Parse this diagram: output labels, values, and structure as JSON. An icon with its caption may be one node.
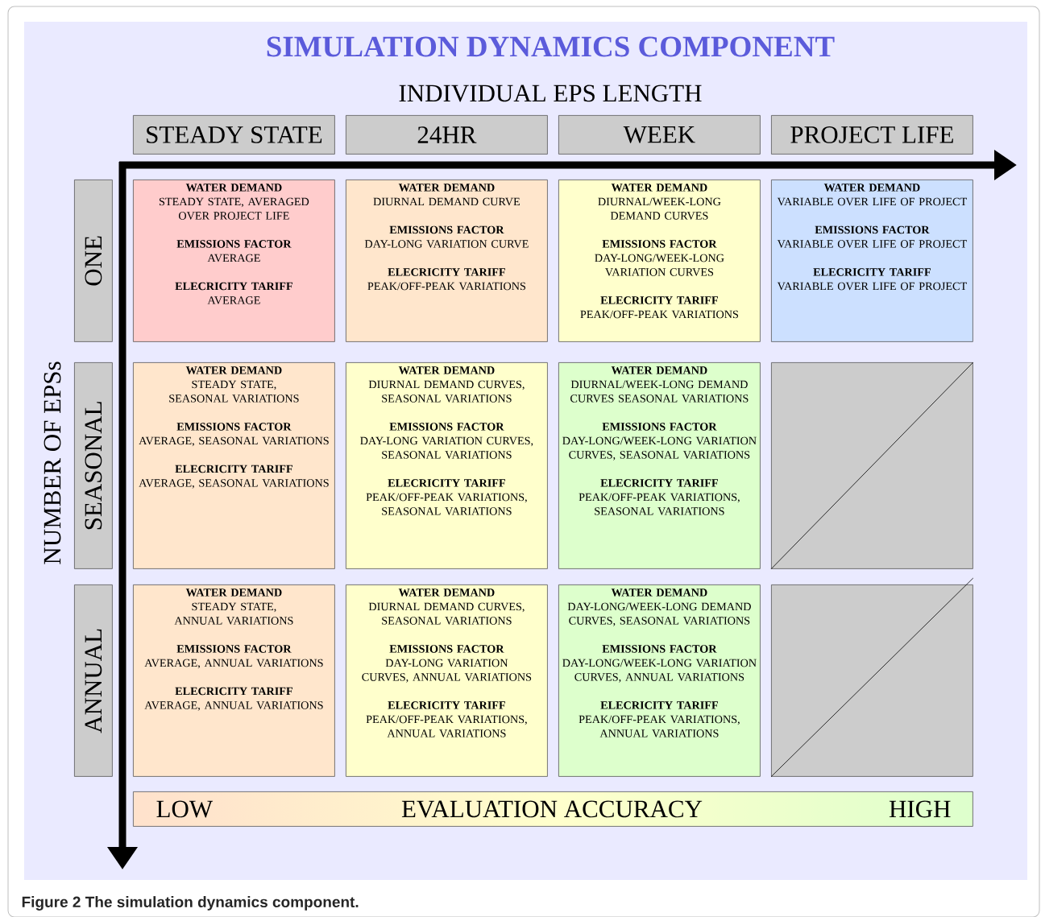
{
  "diagram": {
    "title": "SIMULATION DYNAMICS COMPONENT",
    "caption": "Figure 2 The simulation dynamics component.",
    "nodes": [
      {
        "text": [
          "STEADY STATE"
        ]
      },
      {
        "text": [
          "24HR"
        ]
      },
      {
        "text": [
          "WEEK"
        ]
      },
      {
        "text": [
          "PROJECT LIFE"
        ]
      },
      {
        "text": [
          "ONE"
        ]
      },
      {
        "text": [
          "WATER DEMAND",
          "STEADY STATE, AVERAGED OVER PROJECT LIFE",
          "EMISSIONS FACTOR",
          "AVERAGE",
          "ELECRICITY TARIFF",
          "AVERAGE"
        ]
      },
      {
        "text": [
          "WATER DEMAND",
          "DIURNAL DEMAND CURVE",
          "EMISSIONS FACTOR",
          "DAY-LONG VARIATION CURVE",
          "ELECRICITY TARIFF",
          "PEAK/OFF-PEAK VARIATIONS"
        ]
      },
      {
        "text": [
          "WATER DEMAND",
          "DIURNAL/WEEK-LONG DEMAND CURVES",
          "EMISSIONS FACTOR",
          "DAY-LONG/WEEK-LONG VARIATION CURVES",
          "ELECRICITY TARIFF",
          "PEAK/OFF-PEAK VARIATIONS"
        ]
      },
      {
        "text": [
          "WATER DEMAND",
          "VARIABLE OVER LIFE OF PROJECT",
          "EMISSIONS FACTOR",
          "VARIABLE OVER LIFE OF PROJECT",
          "ELECRICITY TARIFF",
          "VARIABLE OVER LIFE OF PROJECT"
        ]
      },
      {
        "text": [
          "SEASONAL"
        ]
      },
      {
        "text": [
          "WATER DEMAND",
          "STEADY STATE, SEASONAL VARIATIONS",
          "EMISSIONS FACTOR",
          "AVERAGE, SEASONAL VARIATIONS",
          "ELECRICITY TARIFF",
          "AVERAGE, SEASONAL VARIATIONS"
        ]
      },
      {
        "text": [
          "WATER DEMAND",
          "DIURNAL DEMAND CURVES, SEASONAL VARIATIONS",
          "EMISSIONS FACTOR",
          "DAY-LONG VARIATION CURVES, SEASONAL VARIATIONS",
          "ELECRICITY TARIFF",
          "PEAK/OFF-PEAK VARIATIONS, SEASONAL VARIATIONS"
        ]
      },
      {
        "text": [
          "WATER DEMAND",
          "DIURNAL/WEEK-LONG DEMAND CURVES SEASONAL VARIATIONS",
          "EMISSIONS FACTOR",
          "DAY-LONG/WEEK-LONG VARIATION CURVES, SEASONAL VARIATIONS",
          "ELECRICITY TARIFF",
          "PEAK/OFF-PEAK VARIATIONS, SEASONAL VARIATIONS"
        ]
      },
      {
        "text": [],
        "shape": "box"
      },
      {
        "text": [
          "ANNUAL"
        ]
      },
      {
        "text": [
          "WATER DEMAND",
          "STEADY STATE, ANNUAL VARIATIONS",
          "EMISSIONS FACTOR",
          "AVERAGE, ANNUAL VARIATIONS",
          "ELECRICITY TARIFF",
          "AVERAGE, ANNUAL VARIATIONS"
        ]
      },
      {
        "text": [
          "WATER DEMAND",
          "DIURNAL DEMAND CURVES, SEASONAL VARIATIONS",
          "EMISSIONS FACTOR",
          "DAY-LONG VARIATION CURVES, ANNUAL VARIATIONS",
          "ELECRICITY TARIFF",
          "PEAK/OFF-PEAK VARIATIONS, ANNUAL VARIATIONS"
        ]
      },
      {
        "text": [
          "WATER DEMAND",
          "DAY-LONG/WEEK-LONG DEMAND CURVES, SEASONAL VARIATIONS",
          "EMISSIONS FACTOR",
          "DAY-LONG/WEEK-LONG VARIATION CURVES, ANNUAL VARIATIONS",
          "ELECRICITY TARIFF",
          "PEAK/OFF-PEAK VARIATIONS, ANNUAL VARIATIONS"
        ]
      },
      {
        "text": [],
        "shape": "box"
      },
      {
        "text": [
          "LOW",
          "EVALUATION ACCURACY",
          "HIGH"
        ]
      }
    ],
    "labels": [
      "INDIVIDUAL EPS LENGTH",
      "NUMBER OF EPSs"
    ]
  }
}
